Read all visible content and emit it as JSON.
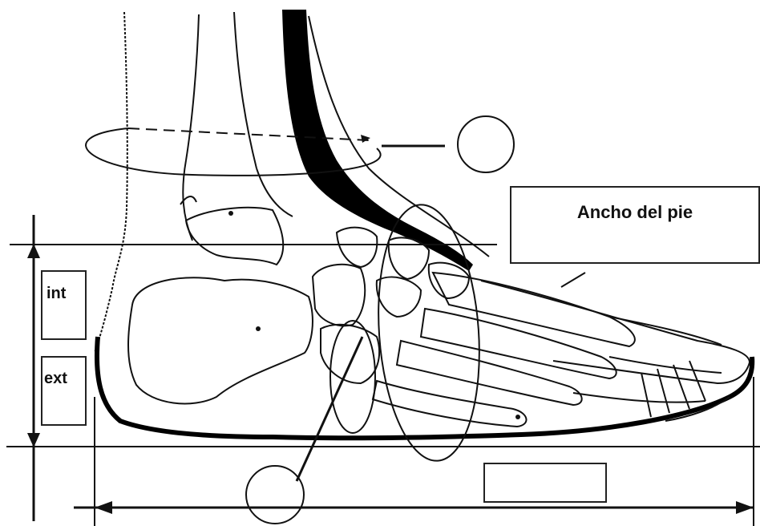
{
  "labels": {
    "foot_width": "Ancho del pie",
    "internal": "int",
    "external": "ext"
  },
  "colors": {
    "line": "#111111",
    "background": "#ffffff"
  }
}
